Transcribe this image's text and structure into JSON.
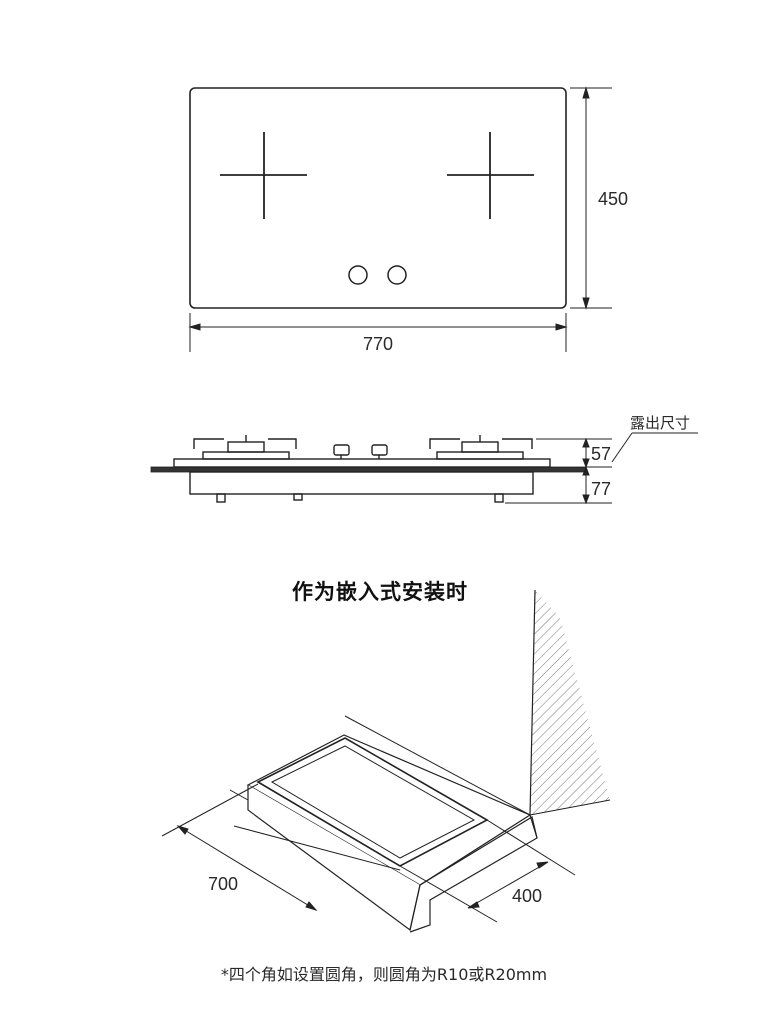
{
  "top_view": {
    "width_label": "770",
    "height_label": "450"
  },
  "side_view": {
    "exposed_label": "露出尺寸",
    "upper_height_label": "57",
    "lower_height_label": "77"
  },
  "install_view": {
    "title": "作为嵌入式安装时",
    "cutout_width_label": "700",
    "cutout_depth_label": "400"
  },
  "footnote": "*四个角如设置圆角，则圆角为R10或R20mm",
  "colors": {
    "line": "#222222",
    "glass": "#2b2b2b"
  }
}
